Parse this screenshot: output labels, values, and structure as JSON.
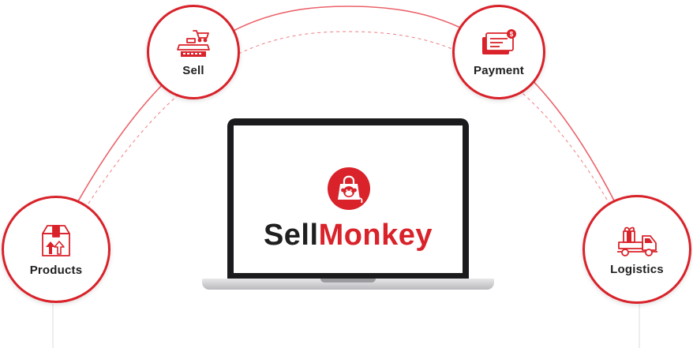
{
  "nodes": {
    "sell": {
      "label": "Sell",
      "icon": "pos-register-cart-icon"
    },
    "payment": {
      "label": "Payment",
      "icon": "payment-cards-icon"
    },
    "products": {
      "label": "Products",
      "icon": "box-arrows-icon"
    },
    "logistics": {
      "label": "Logistics",
      "icon": "delivery-truck-icon"
    }
  },
  "brand": {
    "name_part1": "Sell",
    "name_part2": "Monkey",
    "logo_icon": "monkey-shopping-bag-icon"
  },
  "colors": {
    "accent": "#d9222a",
    "text": "#1f1f1f",
    "laptop_bezel": "#1b1b1d"
  }
}
